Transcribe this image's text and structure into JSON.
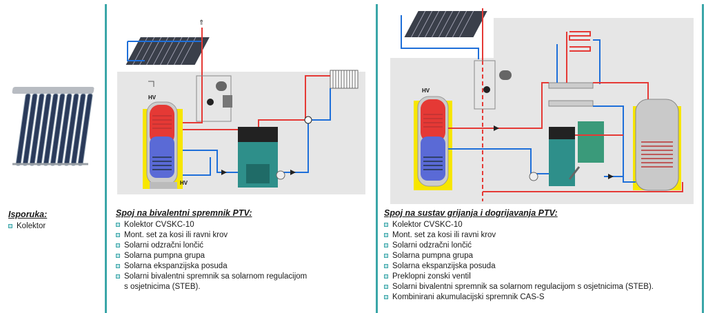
{
  "colors": {
    "accent": "#3aa6a8",
    "hot_pipe": "#e53935",
    "cold_pipe": "#1e6fd9",
    "boiler": "#2e8f8a",
    "tank": "#c9c9c9"
  },
  "left": {
    "heading": "Isporuka:",
    "items": [
      "Kolektor"
    ]
  },
  "middle": {
    "heading": "Spoj na bivalentni spremnik PTV:",
    "items": [
      "Kolektor CVSKC-10",
      "Mont. set za kosi ili ravni krov",
      "Solarni odzračni lončić",
      "Solarna pumpna grupa",
      "Solarna ekspanzijska posuda",
      "Solarni bivalentni spremnik sa solarnom regulacijom",
      "s osjetnicima (STEB)."
    ],
    "diagram_labels": {
      "hv_top": "HV",
      "hv_bottom": "HV"
    }
  },
  "right": {
    "heading": "Spoj na sustav grijanja i dogrijavanja PTV:",
    "items": [
      "Kolektor CVSKC-10",
      "Mont. set za kosi ili ravni krov",
      "Solarni odzračni lončić",
      "Solarna pumpna grupa",
      "Solarna ekspanzijska posuda",
      "Preklopni zonski ventil",
      "Solarni bivalentni spremnik sa solarnom regulacijom s osjetnicima (STEB).",
      "Kombinirani akumulacijski spremnik CAS-S"
    ],
    "diagram_labels": {
      "hv": "HV"
    }
  }
}
